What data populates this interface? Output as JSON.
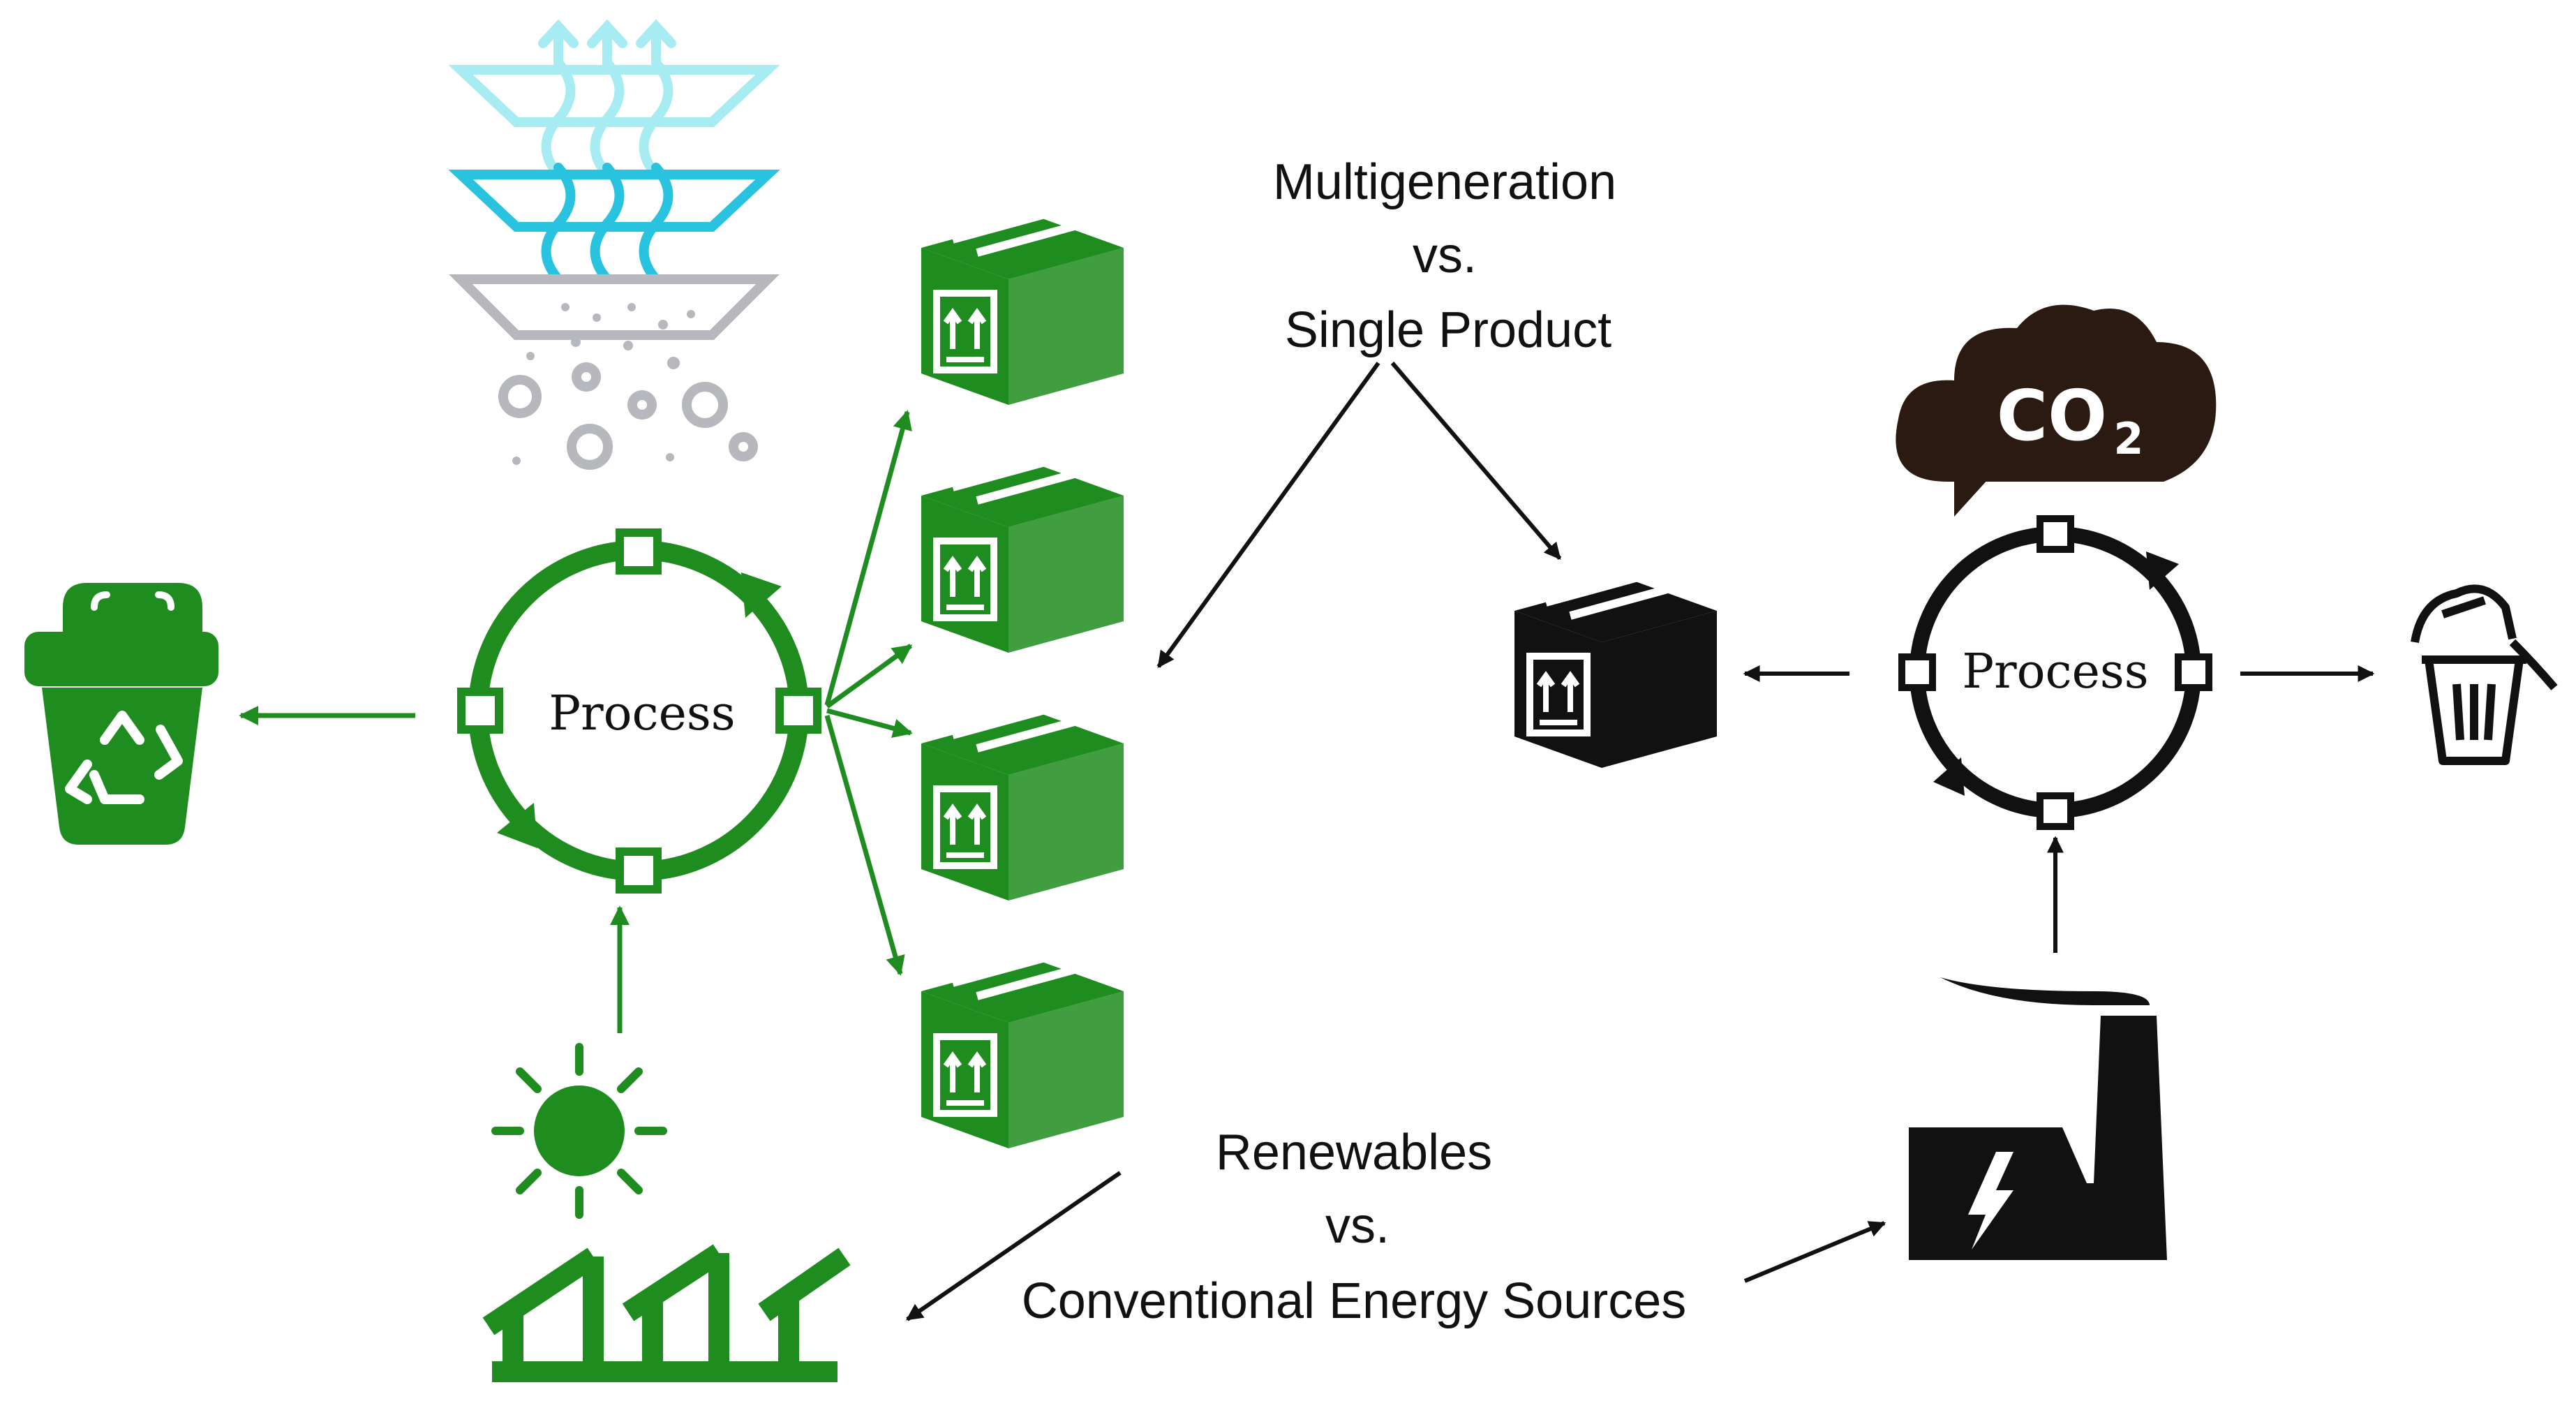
{
  "labels": {
    "process_left": "Process",
    "process_right": "Process",
    "multigen_line1": "Multigeneration",
    "multigen_line2": "vs.",
    "multigen_line3": "Single Product",
    "renew_line1": "Renewables",
    "renew_line2": "vs.",
    "renew_line3": "Conventional Energy Sources",
    "co2_main": "CO",
    "co2_sub": "2"
  },
  "icons": {
    "filter": "air-filter-icon",
    "recycle_bin": "recycle-bin-icon",
    "sun": "sun-icon",
    "solar_panels": "solar-panel-icon",
    "box": "package-box-icon",
    "cloud": "co2-cloud-icon",
    "factory": "power-plant-icon",
    "trash": "trash-can-icon"
  },
  "colors": {
    "green": "#1e8c1e",
    "black": "#111111",
    "cloud": "#2a1a12",
    "filter_top": "#a8ecf3",
    "filter_mid": "#29c3e0",
    "filter_bottom": "#b6b8bd"
  }
}
